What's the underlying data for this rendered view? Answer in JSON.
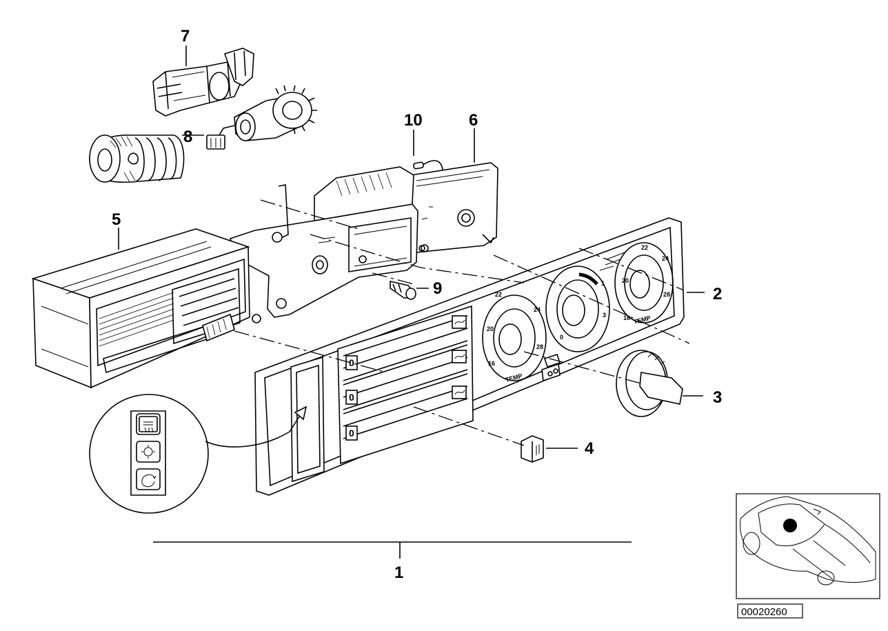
{
  "diagram": {
    "callouts": [
      {
        "id": "1",
        "label": "1"
      },
      {
        "id": "2",
        "label": "2"
      },
      {
        "id": "3",
        "label": "3"
      },
      {
        "id": "4",
        "label": "4"
      },
      {
        "id": "5",
        "label": "5"
      },
      {
        "id": "6",
        "label": "6"
      },
      {
        "id": "7",
        "label": "7"
      },
      {
        "id": "8",
        "label": "8"
      },
      {
        "id": "9",
        "label": "9"
      },
      {
        "id": "10",
        "label": "10"
      }
    ],
    "panel": {
      "slider_label": "0",
      "temp_label": "TEMP",
      "left_dial_scale": [
        "16",
        "20",
        "22",
        "24",
        "28"
      ],
      "middle_dial_scale": [
        "0",
        "1",
        "3"
      ],
      "right_dial_scale": [
        "16",
        "20",
        "22",
        "24",
        "28"
      ]
    },
    "reference_code": "00020260"
  }
}
